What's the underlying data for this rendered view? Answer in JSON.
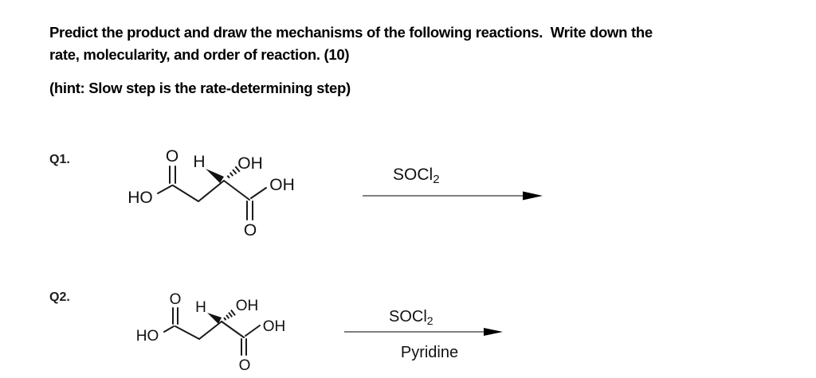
{
  "header": {
    "title_line1": "Predict the product and draw the mechanisms of the following reactions.  Write down the",
    "title_line2": "rate, molecularity, and order of reaction. (10)",
    "hint": "(hint: Slow step is the rate-determining step)"
  },
  "colors": {
    "background": "#ffffff",
    "text": "#000000",
    "bond": "#1a1a1a",
    "arrow_line": "#808080",
    "arrow_head": "#000000"
  },
  "q1": {
    "label": "Q1.",
    "structure_atoms": {
      "carbonyl_o_top": "O",
      "hydroxyl_left": "HO",
      "stereo_h": "H",
      "stereo_oh": "OH",
      "acid_oh_right": "OH",
      "carbonyl_o_bottom": "O"
    },
    "reagent": {
      "formula": "SOCl",
      "subscript": "2"
    }
  },
  "q2": {
    "label": "Q2.",
    "structure_atoms": {
      "carbonyl_o_top": "O",
      "hydroxyl_left": "HO",
      "stereo_h": "H",
      "stereo_oh": "OH",
      "acid_oh_right": "OH",
      "carbonyl_o_bottom": "O"
    },
    "reagent": {
      "formula": "SOCl",
      "subscript": "2"
    },
    "solvent": "Pyridine"
  }
}
